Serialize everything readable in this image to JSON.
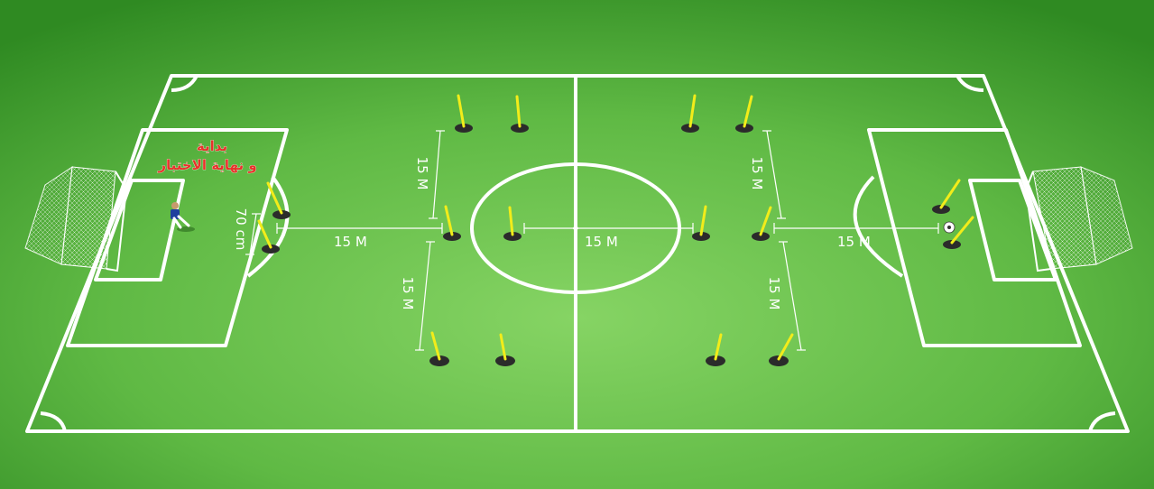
{
  "colors": {
    "grass_center": "#86d464",
    "grass_edge": "#2f8a22",
    "line": "#ffffff",
    "pole": "#f2ec1a",
    "base": "#2b2b2b",
    "title": "#e8322a"
  },
  "title": {
    "line1": "بداية",
    "line2": "و نهاية الاختبار"
  },
  "labels": {
    "gate_width": "70 cm",
    "left_upper_gap": "15 M",
    "left_lower_gap": "15 M",
    "left_horizontal": "15 M",
    "center_horizontal": "15 M",
    "right_upper_gap": "15 M",
    "right_lower_gap": "15 M",
    "right_horizontal": "15 M"
  },
  "icons": {
    "player": "player-icon",
    "ball": "ball-icon",
    "goal": "goal-net-icon",
    "cone": "pole-cone-icon"
  }
}
